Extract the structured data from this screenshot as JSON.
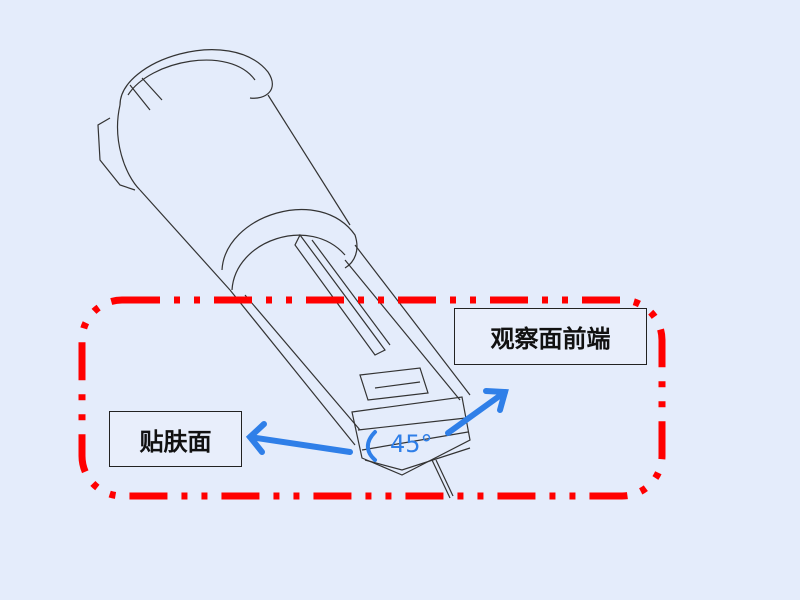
{
  "labels": {
    "skin_surface": "贴肤面",
    "observation_front": "观察面前端",
    "angle": "45°"
  },
  "colors": {
    "background": "#e4ecfb",
    "highlight_box": "#ff0000",
    "arrow": "#2f7fe8",
    "outline": "#333333"
  }
}
